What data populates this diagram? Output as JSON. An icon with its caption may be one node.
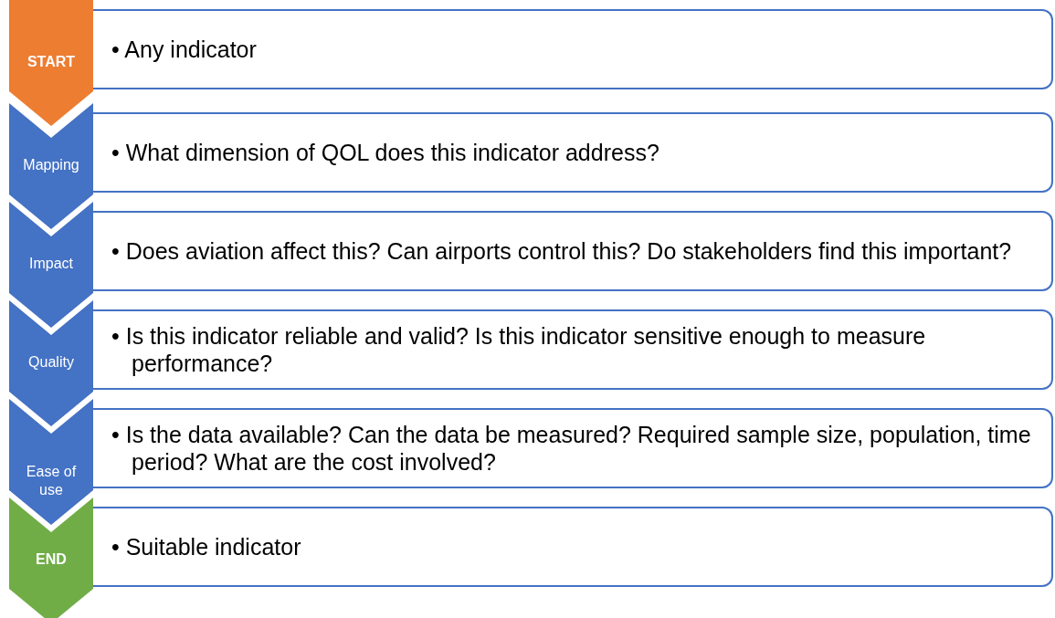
{
  "diagram": {
    "nodes": [
      {
        "text": [
          "START"
        ]
      },
      {
        "text": [
          "• Any indicator"
        ]
      },
      {
        "text": [
          "Mapping"
        ]
      },
      {
        "text": [
          "• What dimension of QOL does this indicator address?"
        ]
      },
      {
        "text": [
          "Impact"
        ]
      },
      {
        "text": [
          "• Does aviation affect this? Can airports control this? Do stakeholders find this important?"
        ]
      },
      {
        "text": [
          "Quality"
        ]
      },
      {
        "text": [
          "• Is this indicator reliable and valid? Is this indicator sensitive enough to measure performance?"
        ]
      },
      {
        "text": [
          "Ease of use"
        ]
      },
      {
        "text": [
          "• Is the data available? Can the data be measured? Required sample size, population, time period? What are the cost involved?"
        ]
      },
      {
        "text": [
          "END"
        ]
      },
      {
        "text": [
          "• Suitable indicator"
        ]
      }
    ]
  }
}
